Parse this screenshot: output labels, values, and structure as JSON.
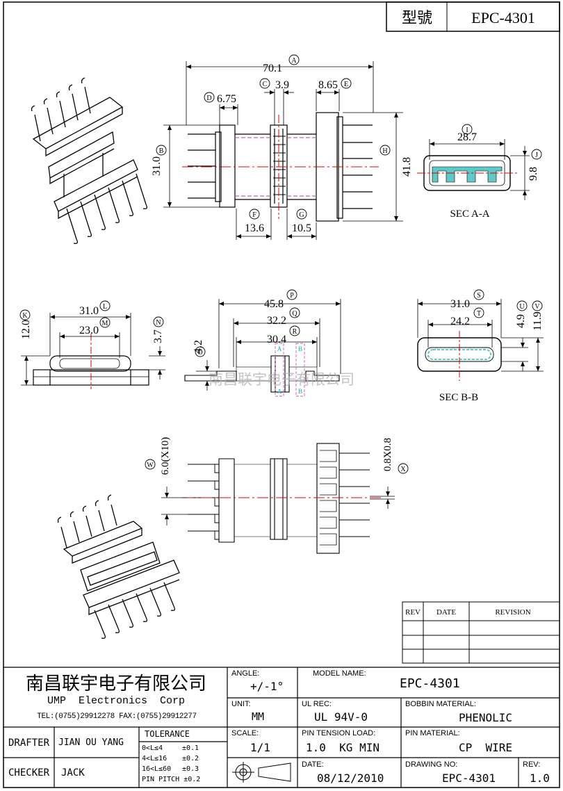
{
  "header": {
    "model_label": "型號",
    "model_value": "EPC-4301"
  },
  "dims": {
    "A": "70.1",
    "B": "31.0",
    "C": "3.9",
    "D": "6.75",
    "E": "8.65",
    "F": "13.6",
    "G": "10.5",
    "H": "41.8",
    "I": "28.7",
    "J": "9.8",
    "K": "12.0",
    "L": "31.0",
    "M": "23.0",
    "N": "3.7",
    "O": "4.2",
    "P": "45.8",
    "Q": "32.2",
    "R": "30.4",
    "S": "31.0",
    "T": "24.2",
    "U": "4.9",
    "V": "11.9",
    "W": "6.0(X10)",
    "X": "0.8X0.8"
  },
  "markers": {
    "A": "A",
    "B": "B",
    "C": "C",
    "D": "D",
    "E": "E",
    "F": "F",
    "G": "G",
    "H": "H",
    "I": "I",
    "J": "J",
    "K": "K",
    "L": "L",
    "M": "M",
    "N": "N",
    "O": "O",
    "P": "P",
    "Q": "Q",
    "R": "R",
    "S": "S",
    "T": "T",
    "U": "U",
    "V": "V",
    "W": "W",
    "X": "X"
  },
  "section_labels": {
    "sec_aa": "SEC A-A",
    "sec_bb": "SEC B-B",
    "cut_a": "A",
    "cut_b": "B"
  },
  "watermark": "南昌联宇电子有限公司",
  "revision_table": {
    "col_rev": "REV",
    "col_date": "DATE",
    "col_revision": "REVISION"
  },
  "title_block": {
    "company_cn": "南昌联宇电子有限公司",
    "company_en": "UMP  Electronics  Corp",
    "contact": "TEL:(0755)29912278 FAX:(0755)29912277",
    "angle_label": "ANGLE:",
    "angle_value": "+/-1°",
    "model_name_label": "MODEL NAME:",
    "model_name_value": "EPC-4301",
    "unit_label": "UNIT:",
    "unit_value": "MM",
    "ul_rec_label": "UL REC:",
    "ul_rec_value": "UL 94V-0",
    "bobbin_label": "BOBBIN MATERIAL:",
    "bobbin_value": "PHENOLIC",
    "scale_label": "SCALE:",
    "scale_value": "1/1",
    "pin_tension_label": "PIN TENSION LOAD:",
    "pin_tension_value": "1.0  KG MIN",
    "pin_material_label": "PIN MATERIAL:",
    "pin_material_value": "CP  WIRE",
    "drafter_label": "DRAFTER",
    "drafter_value": "JIAN OU YANG",
    "checker_label": "CHECKER",
    "checker_value": "JACK",
    "tolerance_label": "TOLERANCE",
    "tol_1_range": "0<L≤4",
    "tol_1_value": "±0.1",
    "tol_2_range": "4<L≤16",
    "tol_2_value": "±0.2",
    "tol_3_range": "16<L≤60",
    "tol_3_value": "±0.3",
    "tol_pitch": "PIN PITCH ±0.2",
    "date_label": "DATE:",
    "date_value": "08/12/2010",
    "drawing_no_label": "DRAWING NO:",
    "drawing_no_value": "EPC-4301",
    "rev_label": "REV:",
    "rev_value": "1.0"
  }
}
